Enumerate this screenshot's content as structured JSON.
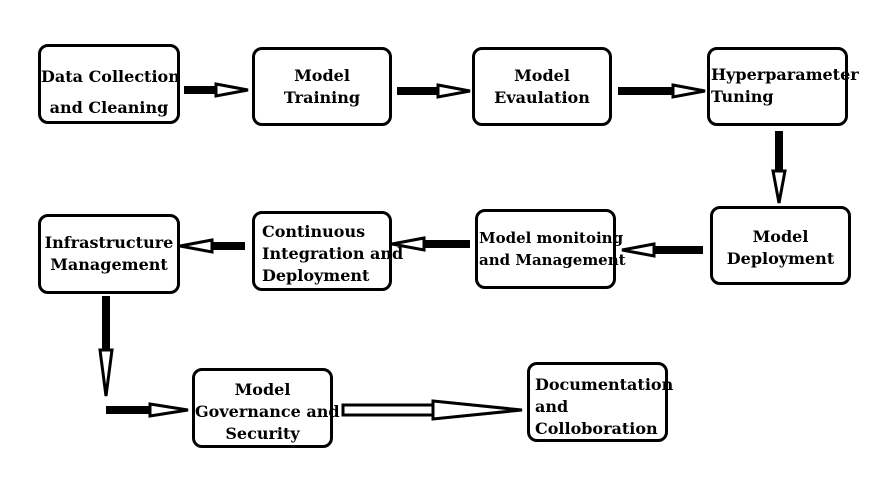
{
  "diagram": {
    "nodes": [
      {
        "id": "data-collection",
        "label": "Data Collection\nand Cleaning"
      },
      {
        "id": "model-training",
        "label": "Model\nTraining"
      },
      {
        "id": "model-evaluation",
        "label": "Model\nEvaulation"
      },
      {
        "id": "hyperparameter-tuning",
        "label": "Hyperparameter\nTuning"
      },
      {
        "id": "model-deployment",
        "label": "Model\nDeployment"
      },
      {
        "id": "model-monitoring",
        "label": "Model monitoing\nand Management"
      },
      {
        "id": "ci-cd",
        "label": "Continuous\nIntegration and\nDeployment"
      },
      {
        "id": "infrastructure-management",
        "label": "Infrastructure\nManagement"
      },
      {
        "id": "governance-security",
        "label": "Model\nGovernance and\nSecurity"
      },
      {
        "id": "documentation",
        "label": "Documentation\nand\nColloboration"
      }
    ],
    "edges": [
      {
        "from": "data-collection",
        "to": "model-training"
      },
      {
        "from": "model-training",
        "to": "model-evaluation"
      },
      {
        "from": "model-evaluation",
        "to": "hyperparameter-tuning"
      },
      {
        "from": "hyperparameter-tuning",
        "to": "model-deployment"
      },
      {
        "from": "model-deployment",
        "to": "model-monitoring"
      },
      {
        "from": "model-monitoring",
        "to": "ci-cd"
      },
      {
        "from": "ci-cd",
        "to": "infrastructure-management"
      },
      {
        "from": "infrastructure-management",
        "to": "governance-security"
      },
      {
        "from": "governance-security",
        "to": "documentation"
      }
    ]
  }
}
